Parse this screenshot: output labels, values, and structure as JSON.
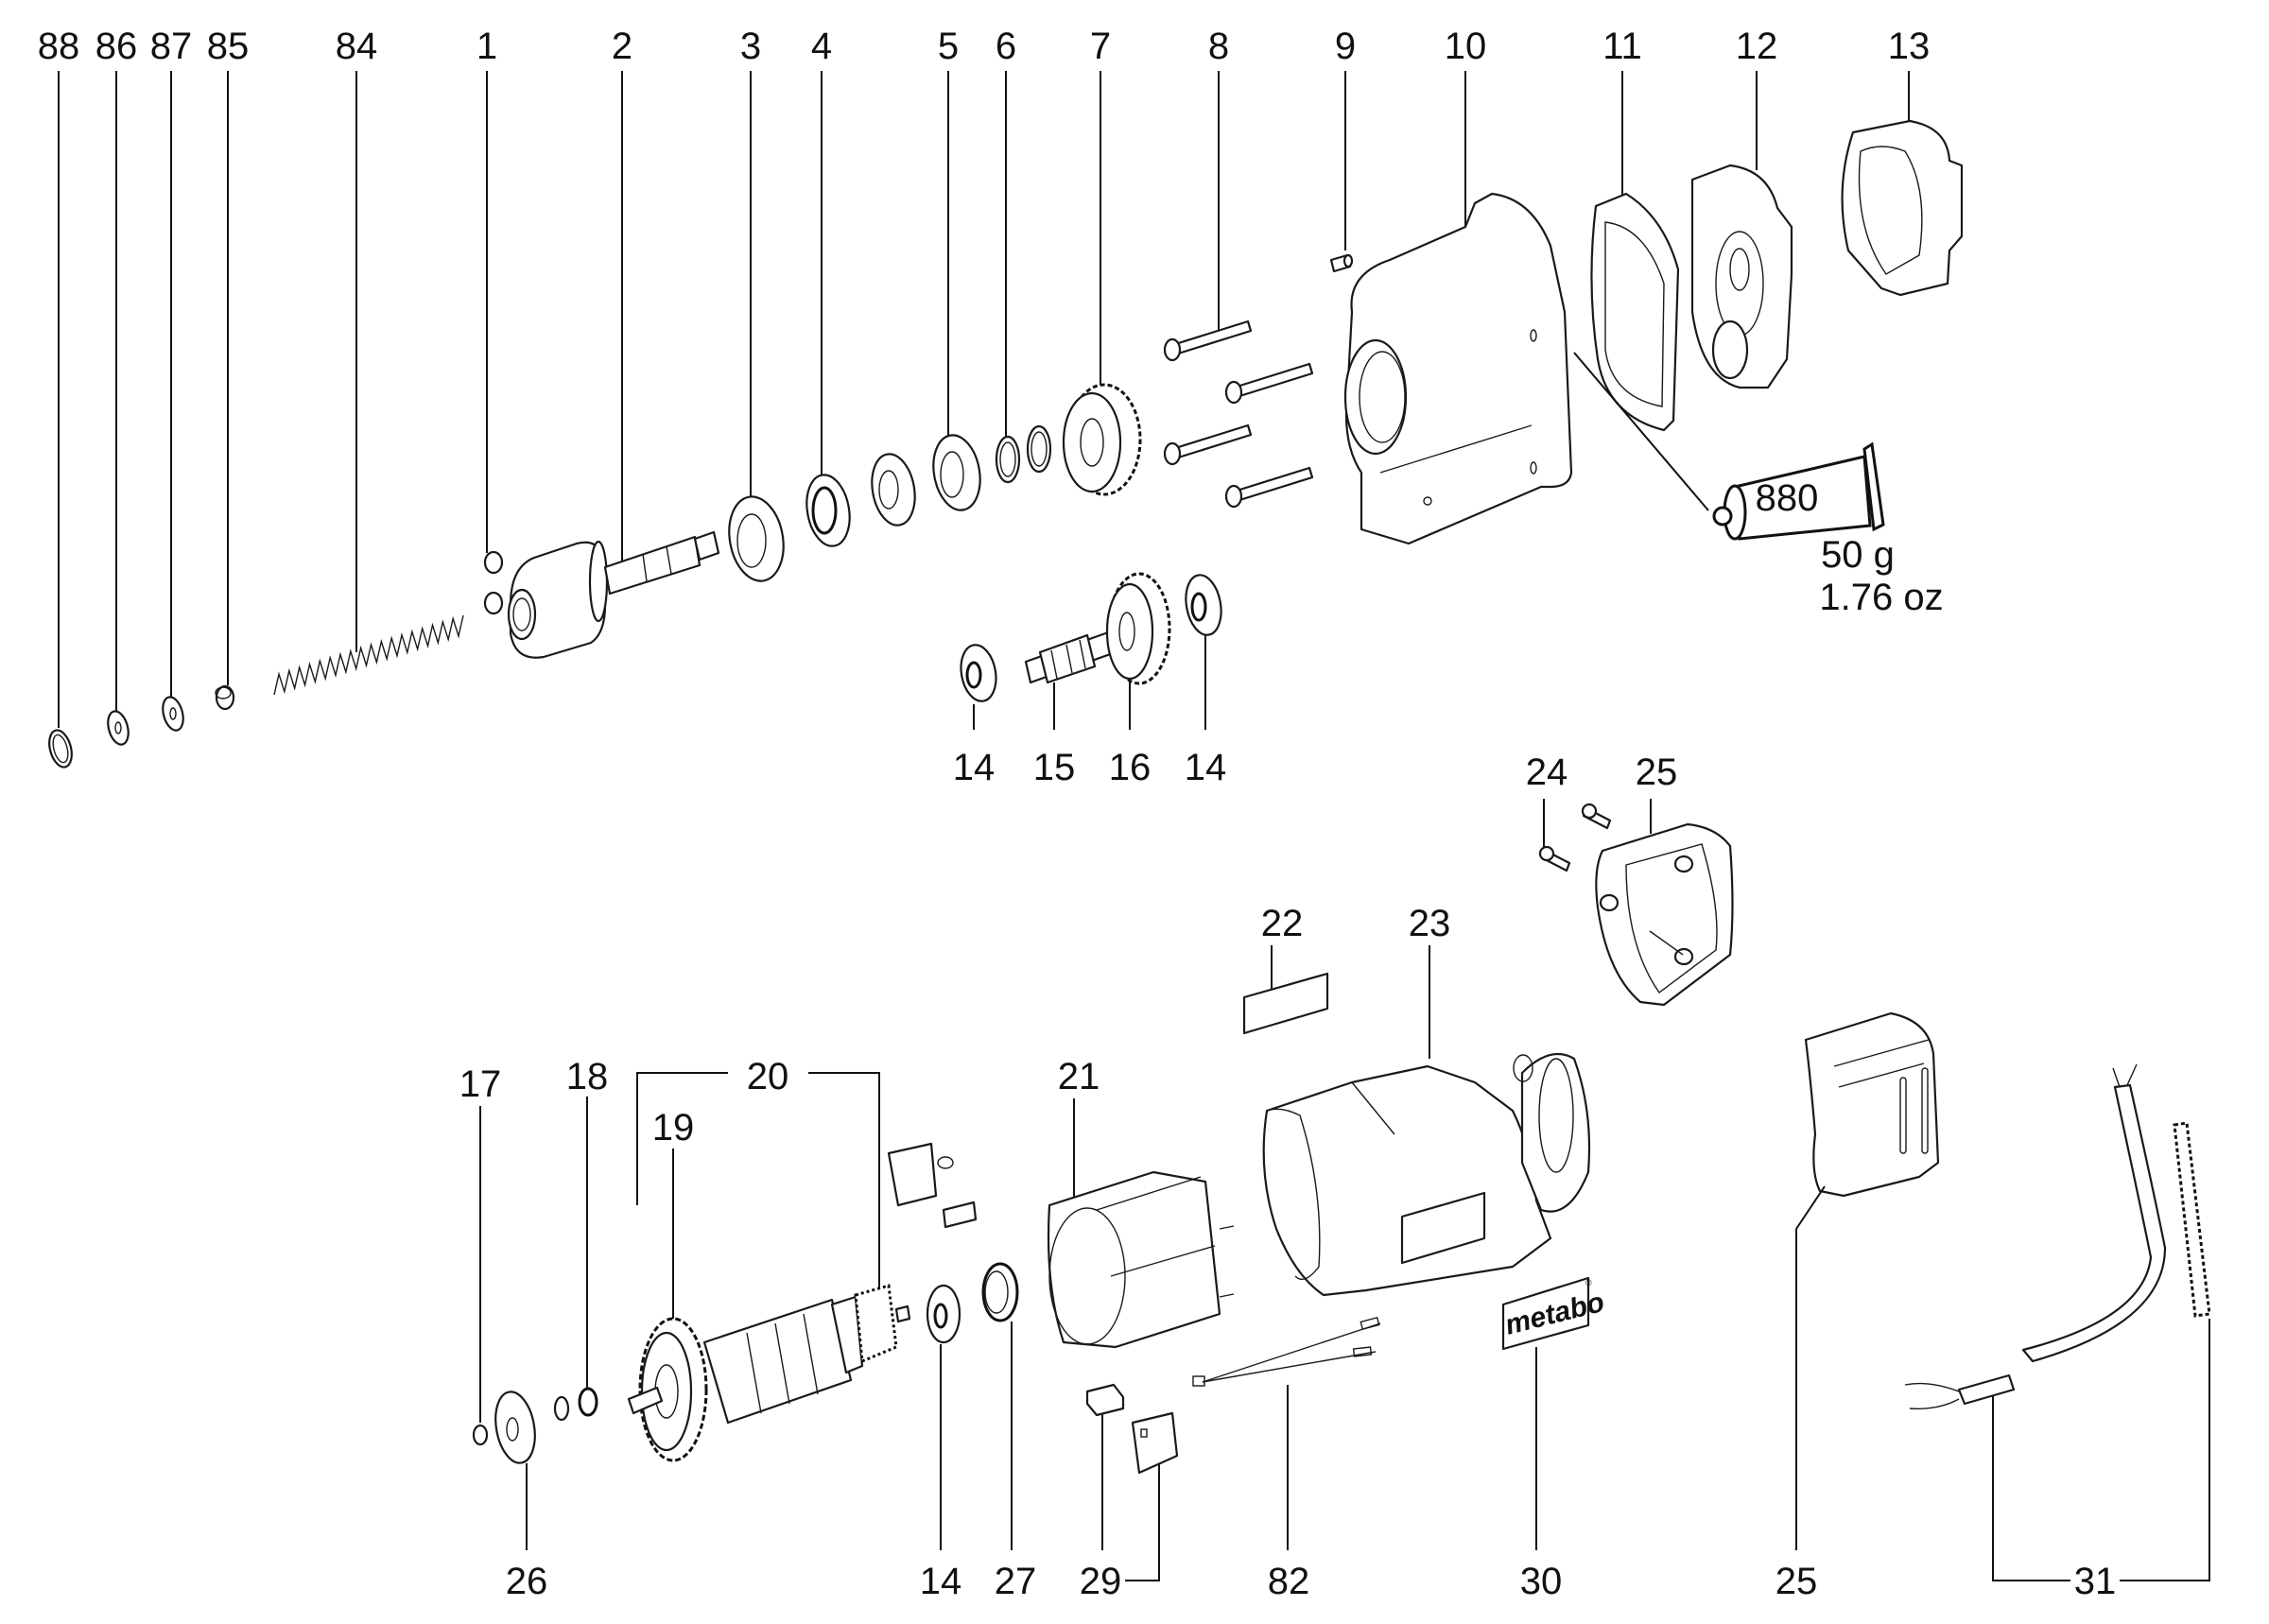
{
  "diagram": {
    "title": "Exploded parts diagram (metabo power tool)",
    "part_labels": {
      "p88": "88",
      "p86": "86",
      "p87": "87",
      "p85": "85",
      "p84": "84",
      "p1": "1",
      "p2": "2",
      "p3": "3",
      "p4": "4",
      "p5": "5",
      "p6": "6",
      "p7": "7",
      "p8": "8",
      "p9": "9",
      "p10": "10",
      "p11": "11",
      "p12": "12",
      "p13": "13",
      "p14a": "14",
      "p15": "15",
      "p16": "16",
      "p14b": "14",
      "p24": "24",
      "p25a": "25",
      "p22": "22",
      "p23": "23",
      "p17": "17",
      "p18": "18",
      "p19": "19",
      "p20": "20",
      "p21": "21",
      "p26": "26",
      "p14c": "14",
      "p27": "27",
      "p29": "29",
      "p82": "82",
      "p30": "30",
      "p25b": "25",
      "p31": "31"
    },
    "grease_tube": {
      "code": "880",
      "weight_metric": "50 g",
      "weight_imperial": "1.76 oz"
    },
    "brand_plate": {
      "text": "metabo",
      "registered_mark": "®"
    }
  }
}
